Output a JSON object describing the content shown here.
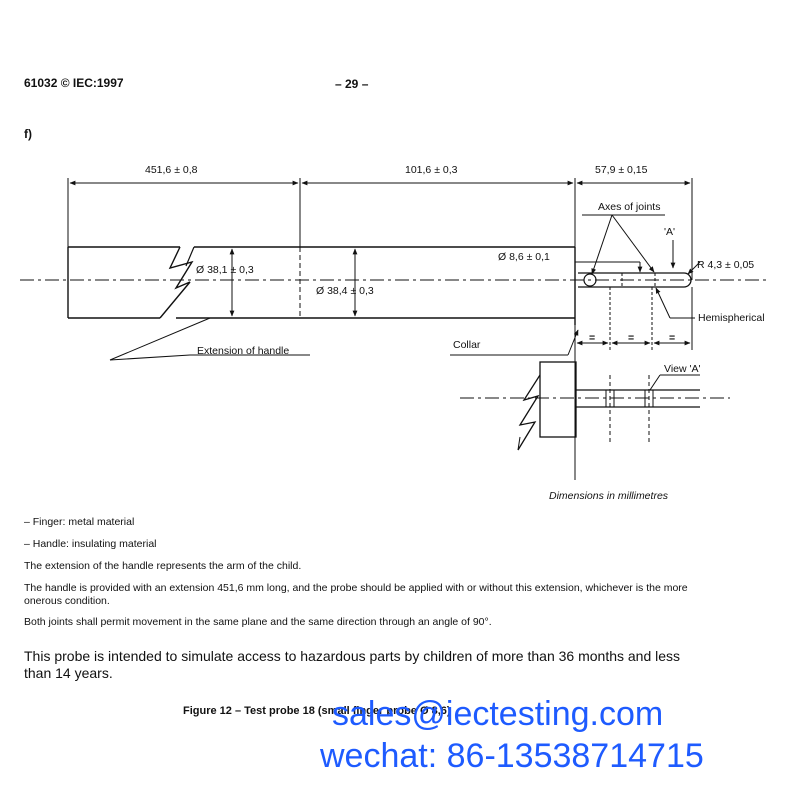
{
  "header": {
    "standard": "61032 © IEC:1997",
    "page_number": "– 29 –"
  },
  "section_label": "f)",
  "drawing": {
    "dim_handle_ext": "451,6 ± 0,8",
    "dim_handle": "101,6 ± 0,3",
    "dim_finger": "57,9 ± 0,15",
    "axes_of_joints": "Axes of joints",
    "view_a_marker": "'A'",
    "dia_finger": "Ø 8,6 ± 0,1",
    "radius_tip": "R 4,3 ± 0,05",
    "dia_ext": "Ø 38,1 ± 0,3",
    "dia_handle": "Ø 38,4 ± 0,3",
    "hemispherical": "Hemispherical",
    "extension_of_handle": "Extension of handle",
    "collar": "Collar",
    "equal_mark": "=",
    "view_a": "View 'A'",
    "units": "Dimensions in millimetres"
  },
  "notes": {
    "finger": "–  Finger: metal material",
    "handle": "–  Handle: insulating material",
    "extension": "The extension of the handle represents the arm of the child.",
    "provided": "The handle is provided with an extension 451,6 mm long, and the probe should be applied with or without this extension, whichever is the more onerous condition.",
    "joints": "Both joints shall permit movement in the same plane and the same direction through an angle of 90°.",
    "intent": "This probe is intended to simulate access to hazardous parts by children of more than 36 months and less than 14 years."
  },
  "caption": "Figure 12 – Test probe 18 (small finger probe Ø 8,6)",
  "watermark": {
    "email": "sales@iectesting.com",
    "wechat": "wechat: 86-13538714715"
  }
}
